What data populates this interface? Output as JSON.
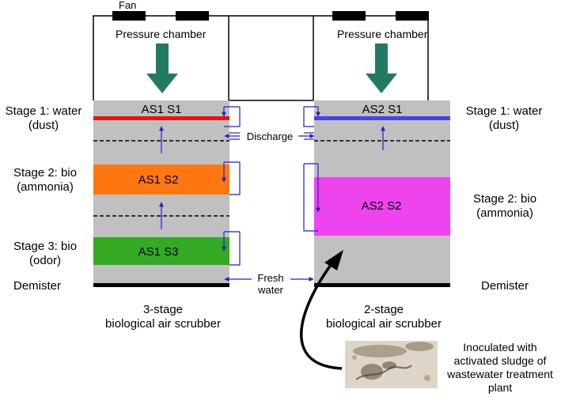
{
  "top": {
    "fan_label": "Fan",
    "left_chamber_label": "Pressure chamber",
    "right_chamber_label": "Pressure chamber"
  },
  "left_scrubber": {
    "s1_label": "AS1 S1",
    "s2_label": "AS1 S2",
    "s3_label": "AS1 S3",
    "caption_line1": "3-stage",
    "caption_line2": "biological air scrubber",
    "colors": {
      "s1": "#ee1111",
      "s2": "#ff7711",
      "s3": "#33aa22",
      "body": "#c0c0c0"
    }
  },
  "right_scrubber": {
    "s1_label": "AS2 S1",
    "s2_label": "AS2 S2",
    "caption_line1": "2-stage",
    "caption_line2": "biological air scrubber",
    "colors": {
      "s1": "#4444ee",
      "s2": "#ee44ee",
      "body": "#c0c0c0"
    }
  },
  "left_labels": {
    "stage1_line1": "Stage 1: water",
    "stage1_line2": "(dust)",
    "stage2_line1": "Stage 2: bio",
    "stage2_line2": "(ammonia)",
    "stage3_line1": "Stage 3: bio",
    "stage3_line2": "(odor)",
    "demister": "Demister"
  },
  "right_labels": {
    "stage1_line1": "Stage 1: water",
    "stage1_line2": "(dust)",
    "stage2_line1": "Stage 2: bio",
    "stage2_line2": "(ammonia)",
    "demister": "Demister"
  },
  "center": {
    "discharge": "Discharge",
    "fresh_line1": "Fresh",
    "fresh_line2": "water"
  },
  "inoculum": {
    "line1": "Inoculated with",
    "line2": "activated sludge of",
    "line3": "wastewater treatment",
    "line4": "plant"
  },
  "arrow_color": "#237a63",
  "flow_line_color": "#2222cc"
}
